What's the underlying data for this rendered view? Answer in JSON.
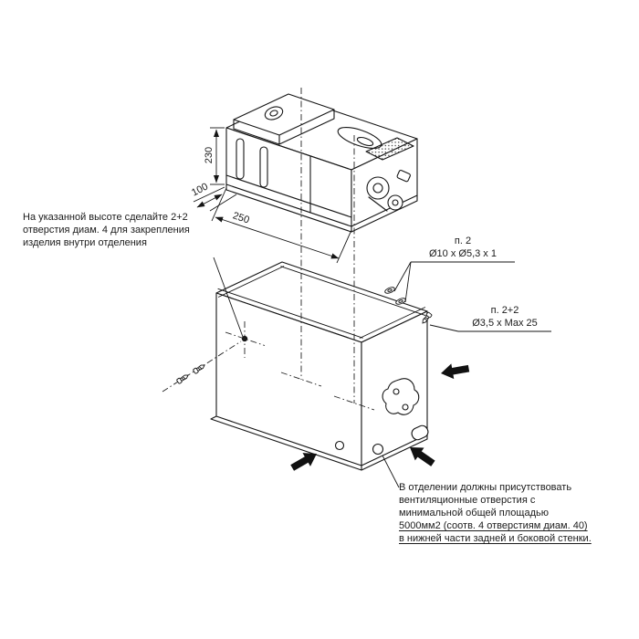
{
  "colors": {
    "ink": "#151515",
    "background": "#ffffff"
  },
  "dimensions": {
    "height": "230",
    "depth": "100",
    "width": "250"
  },
  "callouts": {
    "washers": {
      "title": "п. 2",
      "spec": "Ø10 x Ø5,3 x 1"
    },
    "screws": {
      "title": "п. 2+2",
      "spec": "Ø3,5 x Max 25"
    }
  },
  "notes": {
    "left": {
      "lines": [
        "На указанной высоте сделайте 2+2",
        "отверстия диам. 4 для закрепления",
        "изделия внутри отделения"
      ]
    },
    "bottom": {
      "lines": [
        "В отделении должны присутствовать",
        "вентиляционные отверстия с",
        "минимальной общей площадью",
        "5000мм2 (соотв. 4 отверстиям диам. 40)",
        "в нижней части задней и боковой стенки."
      ]
    }
  }
}
